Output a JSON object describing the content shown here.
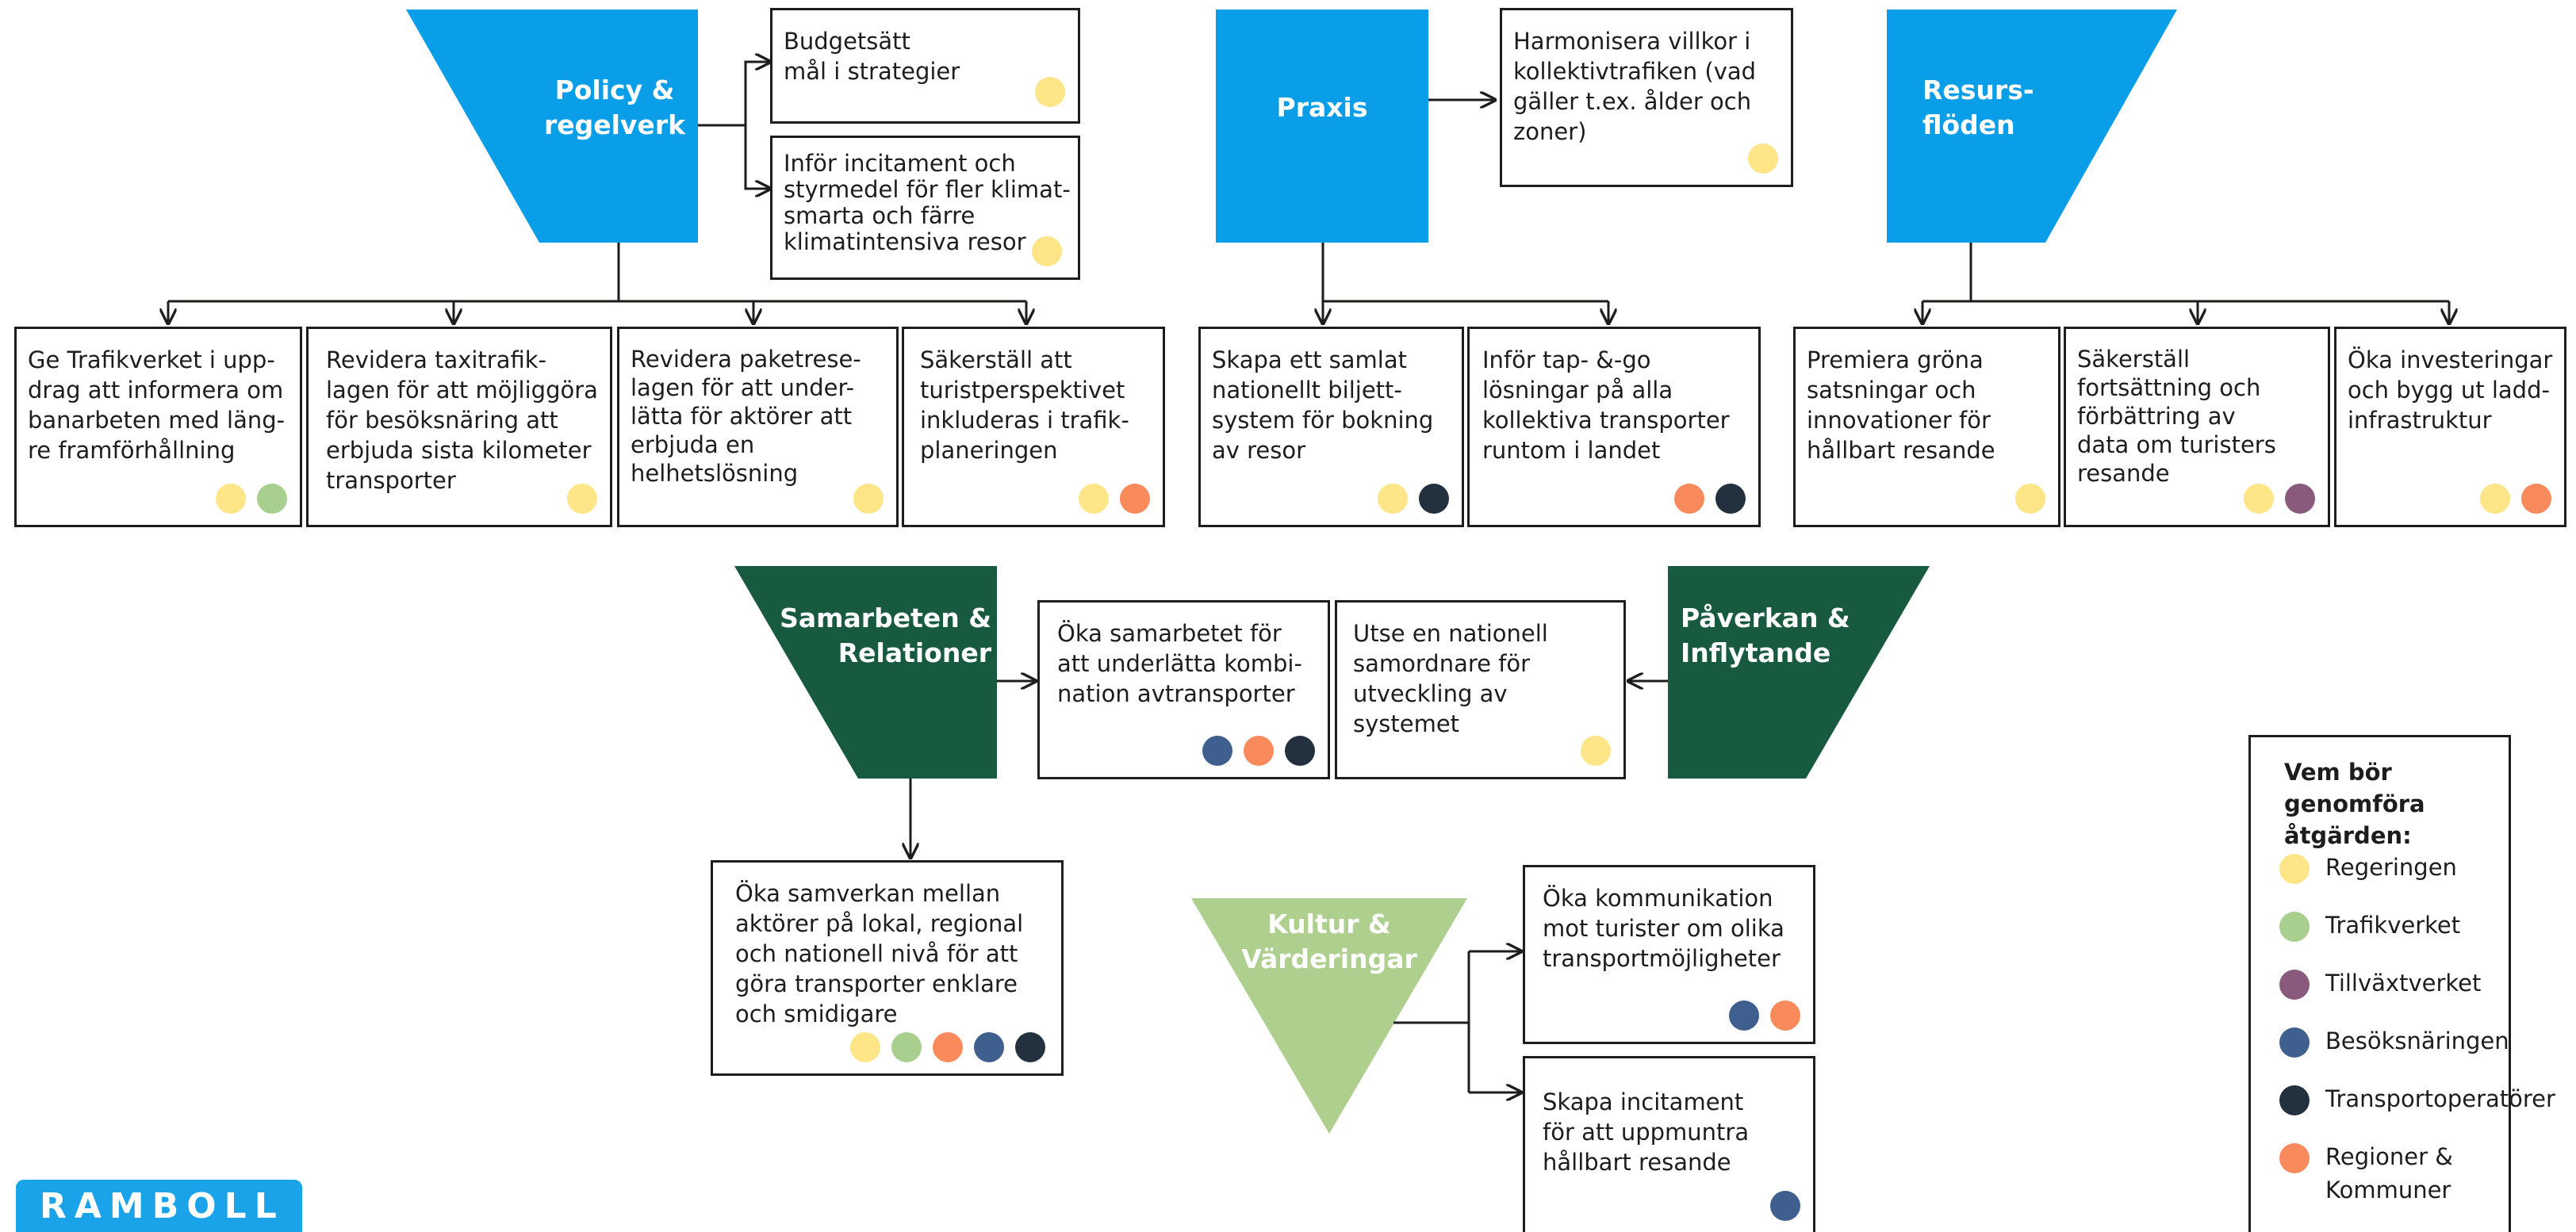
{
  "headers": {
    "policy": "Policy &\nregelverk",
    "praxis": "Praxis",
    "resurs": "Resurs-\nflöden",
    "samarbeten": "Samarbeten &\nRelationer",
    "paverkan": "Påverkan &\nInflytande",
    "kultur": "Kultur &\nVärderingar"
  },
  "boxes": {
    "budget": "Budgetsätt\nmål i strategier",
    "incitament": "Inför incitament och\nstyrmedel för fler klimat-\nsmarta och färre\nklimatintensiva resor",
    "harmonisera": "Harmonisera villkor i\nkollektivtrafiken (vad\ngäller t.ex. ålder och\nzoner)",
    "trafikverket": "Ge Trafikverket i upp-\ndrag att informera om\nbanarbeten med läng-\nre framförhållning",
    "taxi": "Revidera taxitrafik-\nlagen för att möjliggöra\nför besöksnäring att\nerbjuda sista kilometer\ntransporter",
    "paketrese": "Revidera paketrese-\nlagen för att under-\nlätta för aktörer att\nerbjuda en\nhelhetslösning",
    "turist": "Säkerställ att\nturistperspektivet\ninkluderas i trafik-\nplaneringen",
    "biljett": "Skapa ett samlat\nnationellt biljett-\nsystem för bokning\nav resor",
    "tapgo": "Inför tap- &-go\nlösningar på alla\nkollektiva transporter\nruntom i landet",
    "premiera": "Premiera gröna\nsatsningar och\ninnovationer för\nhållbart resande",
    "data": "Säkerställ\nfortsättning och\nförbättring av\ndata om turisters\nresande",
    "investeringar": "Öka investeringar\noch bygg ut ladd-\ninfrastruktur",
    "samarbetet": "Öka samarbetet för\natt underlätta kombi-\nnation avtransporter",
    "samordnare": "Utse en nationell\nsamordnare för\nutveckling av\nsystemet",
    "samverkan": "Öka samverkan mellan\naktörer på lokal, regional\noch nationell nivå för att\ngöra transporter enklare\noch smidigare",
    "kommunikation": "Öka kommunikation\nmot turister om olika\ntransportmöjligheter",
    "hallbart": "Skapa incitament\nför att uppmuntra\nhållbart resande"
  },
  "legend": {
    "title": "Vem bör genomföra\nåtgärden:",
    "items": [
      {
        "label": "Regeringen",
        "color": "#fde588"
      },
      {
        "label": "Trafikverket",
        "color": "#a9cf8f"
      },
      {
        "label": "Tillväxtverket",
        "color": "#8a5a7d"
      },
      {
        "label": "Besöksnäringen",
        "color": "#3f5f8e"
      },
      {
        "label": "Transportoperatörer",
        "color": "#23313f"
      },
      {
        "label": "Regioner &\nKommuner",
        "color": "#f98a5b"
      }
    ]
  },
  "logo": "RAMBOLL",
  "colors": {
    "blue": "#0b9ee8",
    "dark_green": "#175a40",
    "light_green": "#aecf8e",
    "line": "#1d1d1b"
  }
}
